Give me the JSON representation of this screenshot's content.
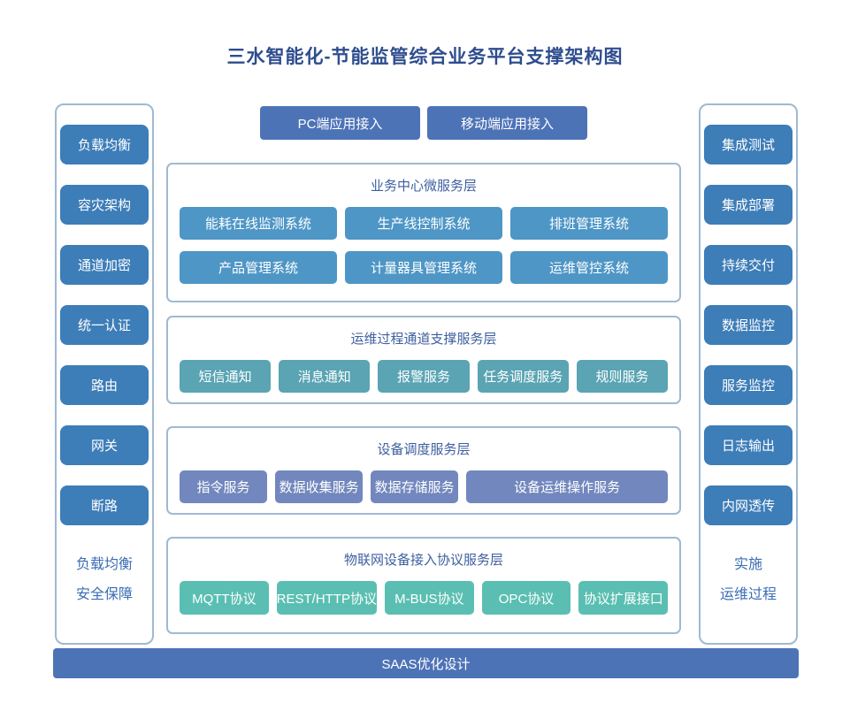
{
  "title": "三水智能化-节能监管综合业务平台支撑架构图",
  "colors": {
    "title_text": "#2e4d8e",
    "section_title_text": "#3d5f9f",
    "sidebar_box": "#3d7db8",
    "layer1_box": "#4e96c6",
    "layer2_box": "#5aa4b3",
    "layer3_box": "#7287bd",
    "layer4_box": "#5abfb2",
    "accent_bar": "#4d73b7",
    "panel_border": "#9fb9d2",
    "footer_text": "#3b6db4",
    "box_text": "#ffffff"
  },
  "top_buttons": [
    "PC端应用接入",
    "移动端应用接入"
  ],
  "left_panel": {
    "items": [
      "负载均衡",
      "容灾架构",
      "通道加密",
      "统一认证",
      "路由",
      "网关",
      "断路"
    ],
    "footer_lines": [
      "负载均衡",
      "安全保障"
    ]
  },
  "right_panel": {
    "items": [
      "集成测试",
      "集成部署",
      "持续交付",
      "数据监控",
      "服务监控",
      "日志输出",
      "内网透传"
    ],
    "footer_lines": [
      "实施",
      "运维过程"
    ]
  },
  "layers": [
    {
      "title": "业务中心微服务层",
      "rows": [
        [
          "能耗在线监测系统",
          "生产线控制系统",
          "排班管理系统"
        ],
        [
          "产品管理系统",
          "计量器具管理系统",
          "运维管控系统"
        ]
      ]
    },
    {
      "title": "运维过程通道支撑服务层",
      "rows": [
        [
          "短信通知",
          "消息通知",
          "报警服务",
          "任务调度服务",
          "规则服务"
        ]
      ]
    },
    {
      "title": "设备调度服务层",
      "rows": [
        [
          "指令服务",
          "数据收集服务",
          "数据存储服务",
          "设备运维操作服务"
        ]
      ]
    },
    {
      "title": "物联网设备接入协议服务层",
      "rows": [
        [
          "MQTT协议",
          "REST/HTTP协议",
          "M-BUS协议",
          "OPC协议",
          "协议扩展接口"
        ]
      ]
    }
  ],
  "bottom_bar": {
    "label": "SAAS优化设计"
  }
}
